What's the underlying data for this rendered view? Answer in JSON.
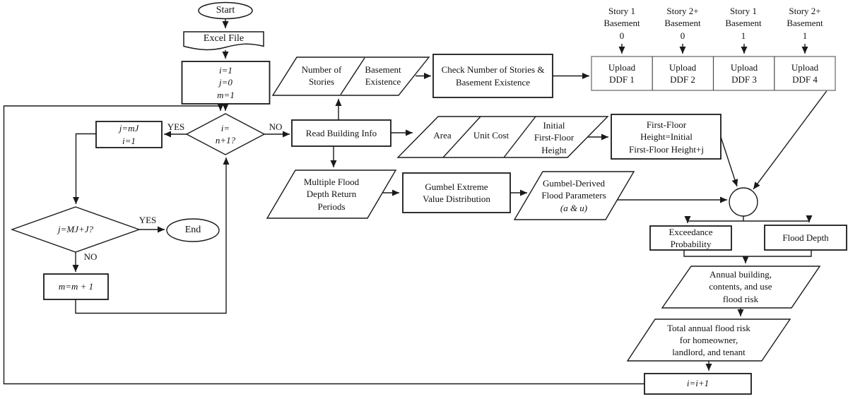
{
  "title": "Flood risk calculation flowchart",
  "colors": {
    "stroke": "#1a1a1a",
    "table_border": "#8a8a8a",
    "background": "#ffffff"
  },
  "nodes": {
    "start": {
      "label": "Start"
    },
    "excel": {
      "label": "Excel File"
    },
    "init": {
      "label": "i=1\nj=0\nm=1"
    },
    "reset": {
      "label": "j=mJ\ni=1"
    },
    "dec1": {
      "label": "i=\nn+1?"
    },
    "dec2": {
      "label": "j=MJ+J?"
    },
    "end": {
      "label": "End"
    },
    "minc": {
      "label": "m=m + 1"
    },
    "read": {
      "label": "Read Building Info"
    },
    "stories": {
      "left": "Number of\nStories",
      "right": "Basement\nExistence"
    },
    "check": {
      "label": "Check Number of Stories &\nBasement Existence"
    },
    "ddf": {
      "headers": [
        {
          "label": "Story 1\nBasement\n0"
        },
        {
          "label": "Story 2+\nBasement\n0"
        },
        {
          "label": "Story 1\nBasement\n1"
        },
        {
          "label": "Story 2+\nBasement\n1"
        }
      ],
      "cells": [
        {
          "label": "Upload\nDDF 1"
        },
        {
          "label": "Upload\nDDF 2"
        },
        {
          "label": "Upload\nDDF 3"
        },
        {
          "label": "Upload\nDDF 4"
        }
      ]
    },
    "inputs": {
      "area": "Area",
      "unit_cost": "Unit Cost",
      "initial_ffh": "Initial\nFirst-Floor\nHeight"
    },
    "ffh": {
      "label": "First-Floor\nHeight=Initial\nFirst-Floor Height+j"
    },
    "mfd": {
      "label": "Multiple Flood\nDepth Return\nPeriods"
    },
    "gumbel": {
      "label": "Gumbel Extreme\nValue Distribution"
    },
    "gdp": {
      "label": "Gumbel-Derived\nFlood Parameters",
      "math": "(a & u)"
    },
    "ep": {
      "label": "Exceedance\nProbability"
    },
    "fd": {
      "label": "Flood Depth"
    },
    "annual": {
      "label": "Annual building,\ncontents, and use\nflood risk"
    },
    "total": {
      "label": "Total annual flood risk\nfor homeowner,\nlandlord, and tenant"
    },
    "iinc": {
      "label": "i=i+1"
    }
  },
  "edges": {
    "yes1": "YES",
    "no1": "NO",
    "yes2": "YES",
    "no2": "NO"
  }
}
